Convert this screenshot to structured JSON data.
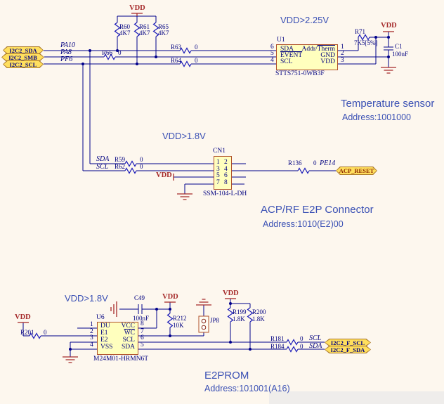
{
  "colors": {
    "background": "#fdf7ee",
    "wire": "#00008B",
    "resistor": "#1a1ab8",
    "power": "#A52A2A",
    "label": "#000080",
    "ic_fill": "#ffffbe",
    "ic_border": "#b0512a",
    "tag_fill": "#ffdf5e",
    "tag_border": "#a8762a",
    "annotation_blue": "#3a50b4"
  },
  "temp": {
    "note": "VDD>2.25V",
    "title": "Temperature sensor",
    "address": "Address:1001000",
    "tag_sda": "I2C2_SDA",
    "tag_smb": "I2C2_SMB",
    "tag_scl": "I2C2_SCL",
    "net_pa10": "PA10",
    "net_pa8": "PA8",
    "net_pf6": "PF6",
    "vdd1": "VDD",
    "vdd2": "VDD",
    "r60": "R60",
    "r60_v": "4K7",
    "r61": "R61",
    "r61_v": "4K7",
    "r65": "R65",
    "r65_v": "4K7",
    "r66": "R66",
    "r66_v": "0",
    "r63": "R63",
    "r63_v": "0",
    "r64": "R64",
    "r64_v": "0",
    "r71": "R71",
    "r71_v": "7K5[5%]",
    "c1": "C1",
    "c1_v": "100nF",
    "u1": {
      "refdes": "U1",
      "part": "STTS751-0WB3F",
      "pin6": "6",
      "pin5": "5",
      "pin4": "4",
      "pin1": "1",
      "pin2": "2",
      "pin3": "3",
      "sda": "SDA",
      "event": "EVENT",
      "scl": "SCL",
      "addr": "Addr/",
      "therm": "Therm",
      "gnd": "GND",
      "vdd": "VDD"
    }
  },
  "acp": {
    "note": "VDD>1.8V",
    "title": "ACP/RF E2P Connector",
    "address": "Address:1010(E2)00",
    "net_sda": "SDA",
    "net_scl": "SCL",
    "net_pe14": "PE14",
    "r59": "R59",
    "r59_v": "0",
    "r62": "R62",
    "r62_v": "0",
    "r136": "R136",
    "r136_v": "0",
    "vdd": "VDD",
    "tag_reset": "ACP_RESET",
    "cn1": {
      "refdes": "CN1",
      "part": "SSM-104-L-DH",
      "p1": "1",
      "p2": "2",
      "p3": "3",
      "p4": "4",
      "p5": "5",
      "p6": "6",
      "p7": "7",
      "p8": "8"
    }
  },
  "e2prom": {
    "note": "VDD>1.8V",
    "title": "E2PROM",
    "address": "Address:101001(A16)",
    "vdd1": "VDD",
    "vdd2": "VDD",
    "vdd3": "VDD",
    "r201": "R201",
    "r201_v": "0",
    "r212": "R212",
    "r212_v": "10K",
    "r199": "R199",
    "r199_v": "1.8K",
    "r200": "R200",
    "r200_v": "1.8K",
    "r181": "R181",
    "r181_v": "0",
    "r184": "R184",
    "r184_v": "0",
    "c49": "C49",
    "c49_v": "100nF",
    "jp8": "JP8",
    "net_scl": "SCL",
    "net_sda": "SDA",
    "tag_f_scl": "I2C2_F_SCL",
    "tag_f_sda": "I2C2_F_SDA",
    "u6": {
      "refdes": "U6",
      "part": "M24M01-HRMN6T",
      "p1": "1",
      "p2": "2",
      "p3": "3",
      "p4": "4",
      "p8": "8",
      "p7": "7",
      "p6": "6",
      "p5": "5",
      "du": "DU",
      "e1": "E1",
      "e2": "E2",
      "vss": "VSS",
      "vcc": "VCC",
      "wc": "WC",
      "scl": "SCL",
      "sda": "SDA"
    }
  }
}
